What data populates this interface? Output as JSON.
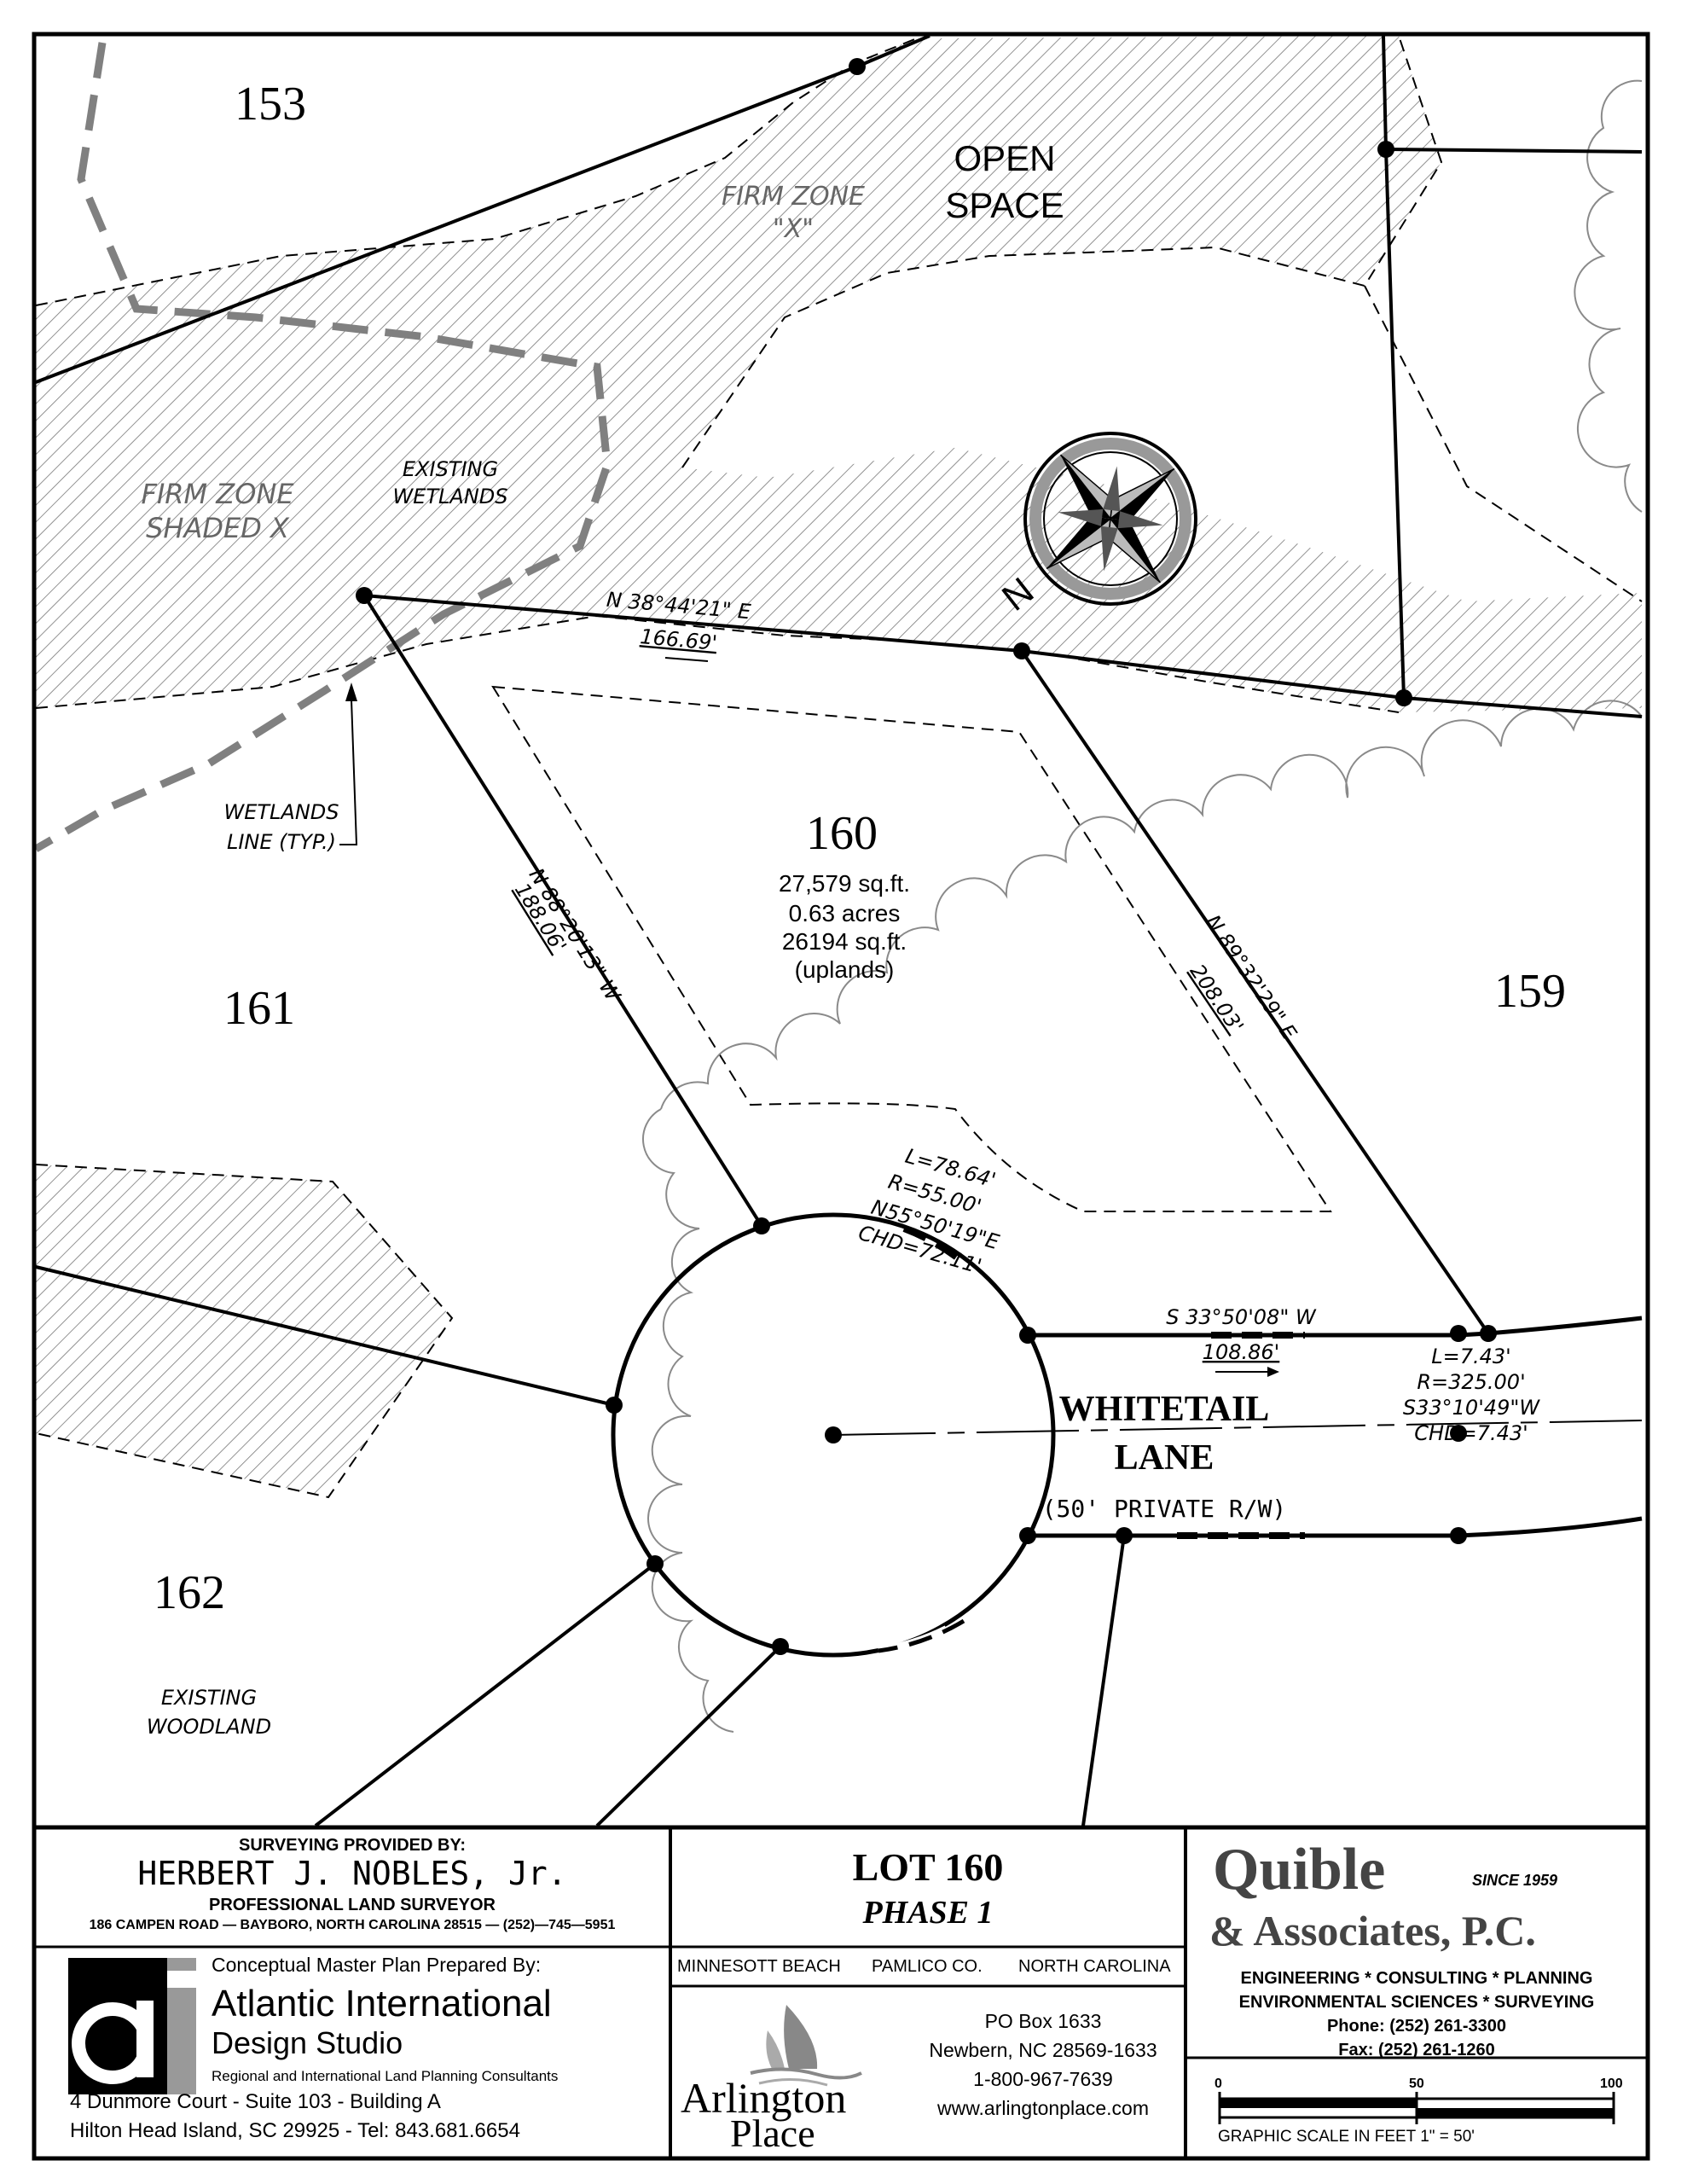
{
  "lots": {
    "lot_153": "153",
    "lot_159": "159",
    "lot_160": "160",
    "lot_161": "161",
    "lot_162": "162"
  },
  "lot_160_info": {
    "area_sqft": "27,579 sq.ft.",
    "area_acres": "0.63 acres",
    "uplands_sqft": "26194 sq.ft.",
    "uplands_label": "(uplands)"
  },
  "labels": {
    "open_space_line1": "OPEN",
    "open_space_line2": "SPACE",
    "firm_zone_x_line1": "FIRM ZONE",
    "firm_zone_x_line2": "\"X\"",
    "firm_zone_shaded_line1": "FIRM ZONE",
    "firm_zone_shaded_line2": "SHADED X",
    "existing_wetlands_line1": "EXISTING",
    "existing_wetlands_line2": "WETLANDS",
    "wetlands_line_line1": "WETLANDS",
    "wetlands_line_line2": "LINE (TYP.)",
    "existing_woodland_line1": "EXISTING",
    "existing_woodland_line2": "WOODLAND",
    "north_arrow_letter": "N"
  },
  "road": {
    "name_line1": "WHITETAIL",
    "name_line2": "LANE",
    "row_note": "(50' PRIVATE R/W)"
  },
  "bearings": {
    "top_bearing": "N 38°44'21\" E",
    "top_distance": "166.69'",
    "left_bearing": "N 88°20'13\" W",
    "left_distance": "188.06'",
    "right_bearing": "N 89°32'29\" E",
    "right_distance": "208.03'",
    "front_bearing": "S 33°50'08\" W",
    "front_distance": "108.86'"
  },
  "curves": {
    "cul_de_sac": [
      "L=78.64'",
      "R=55.00'",
      "N55°50'19\"E",
      "CHD=72.11'"
    ],
    "right_curve": [
      "L=7.43'",
      "R=325.00'",
      "S33°10'49\"W",
      "CHD=7.43'"
    ]
  },
  "title_block": {
    "surveying_provided_by": "SURVEYING PROVIDED BY:",
    "surveyor_name": "HERBERT J. NOBLES, Jr.",
    "surveyor_title": "PROFESSIONAL LAND SURVEYOR",
    "surveyor_address": "186 CAMPEN ROAD — BAYBORO, NORTH CAROLINA 28515 — (252)—745—5951",
    "master_plan_by": "Conceptual Master Plan Prepared By:",
    "aids_name_line1": "Atlantic International",
    "aids_name_line2": "Design Studio",
    "aids_tagline": "Regional and International Land Planning Consultants",
    "aids_address_line1": "4 Dunmore Court - Suite 103 - Building A",
    "aids_address_line2": "Hilton Head Island, SC  29925 - Tel:  843.681.6654",
    "lot_title": "LOT 160",
    "phase": "PHASE 1",
    "location_town": "MINNESOTT BEACH",
    "location_county": "PAMLICO CO.",
    "location_state": "NORTH CAROLINA",
    "arlington_line1": "Arlington",
    "arlington_line2": "Place",
    "po_box": "PO Box 1633",
    "city_zip": "Newbern, NC 28569-1633",
    "toll_free": "1-800-967-7639",
    "website": "www.arlingtonplace.com",
    "quible_name": "Quible",
    "since": "SINCE 1959",
    "associates": "& Associates, P.C.",
    "services_line1": "ENGINEERING * CONSULTING * PLANNING",
    "services_line2": "ENVIRONMENTAL SCIENCES * SURVEYING",
    "phone": "Phone: (252) 261-3300",
    "fax": "Fax: (252) 261-1260",
    "scale_0": "0",
    "scale_50": "50",
    "scale_100": "100",
    "scale_caption": "GRAPHIC SCALE IN FEET 1\" = 50'"
  }
}
